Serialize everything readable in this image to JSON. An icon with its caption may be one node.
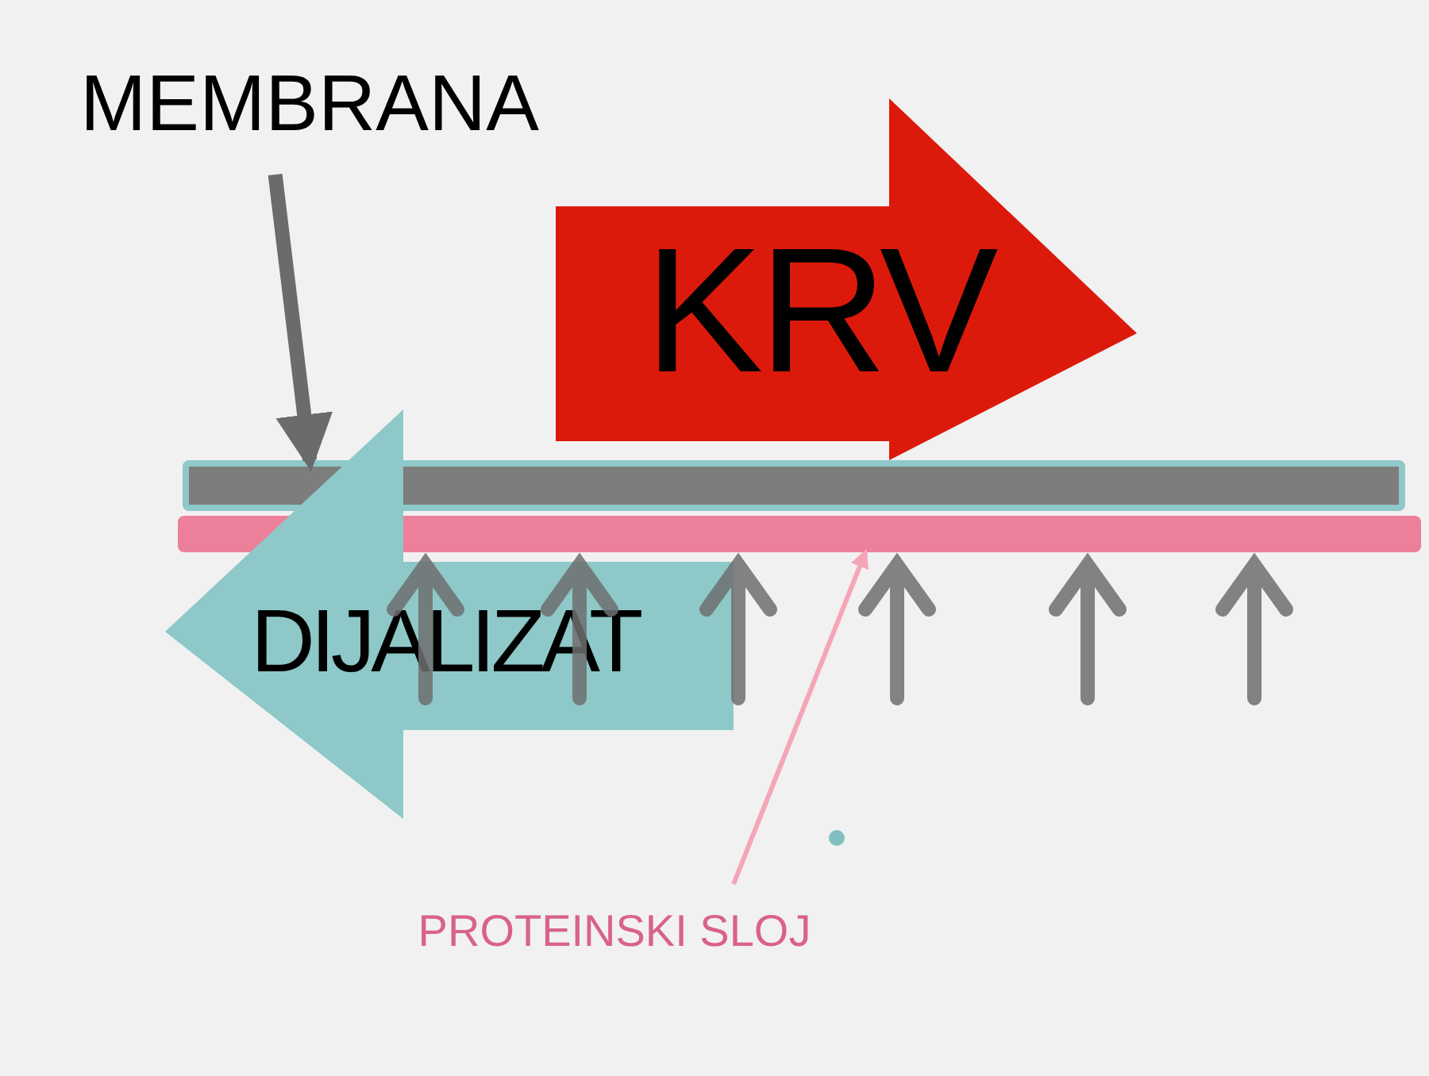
{
  "diagram": {
    "nodes": [
      {
        "text": [
          "MEMBRANA"
        ]
      },
      {
        "text": [
          "KRV"
        ]
      },
      {
        "text": [],
        "shape": "bar"
      },
      {
        "text": [],
        "shape": "bar"
      },
      {
        "text": [
          "DIJALIZAT"
        ]
      },
      {
        "text": [
          "PROTEINSKI SLOJ"
        ]
      }
    ],
    "edges": [
      {
        "from": 0,
        "to": 2,
        "arrow": "to",
        "style": "thick",
        "color": "#6b6b6b"
      },
      {
        "from": 5,
        "to": 3,
        "arrow": "to",
        "color": "#f4a6b8"
      }
    ]
  }
}
